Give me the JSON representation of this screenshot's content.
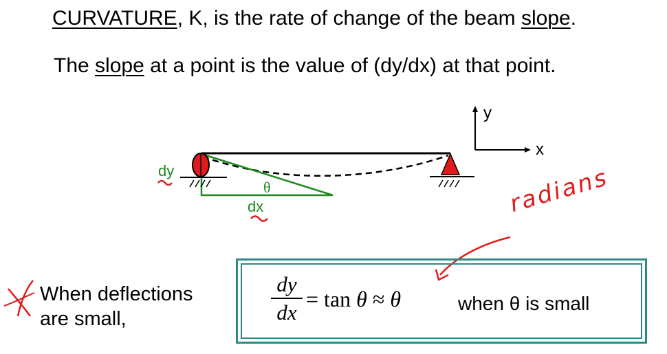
{
  "heading": {
    "curvature_word": "CURVATURE",
    "curvature_rest_a": ", K, is the rate of change of the beam ",
    "slope_word": "slope",
    "period": "."
  },
  "subheading": {
    "the": "The ",
    "slope_word": "slope",
    "rest": " at a point is the value of (dy/dx)  at that point."
  },
  "diagram": {
    "label_dy": "dy",
    "label_dx": "dx",
    "label_theta": "θ",
    "axis_y": "y",
    "axis_x": "x"
  },
  "annotation": {
    "radians": "radians"
  },
  "note": {
    "line1": "When deflections",
    "line2": "are small,"
  },
  "equation": {
    "num": "dy",
    "den": "dx",
    "rest_eq": "= tan ",
    "theta1": "θ",
    "approx": " ≈ ",
    "theta2": "θ",
    "condition": "when θ is small"
  },
  "colors": {
    "red_ink": "#e01b1b",
    "green_line": "#1e8a1e",
    "box_border": "#2f8a86"
  }
}
